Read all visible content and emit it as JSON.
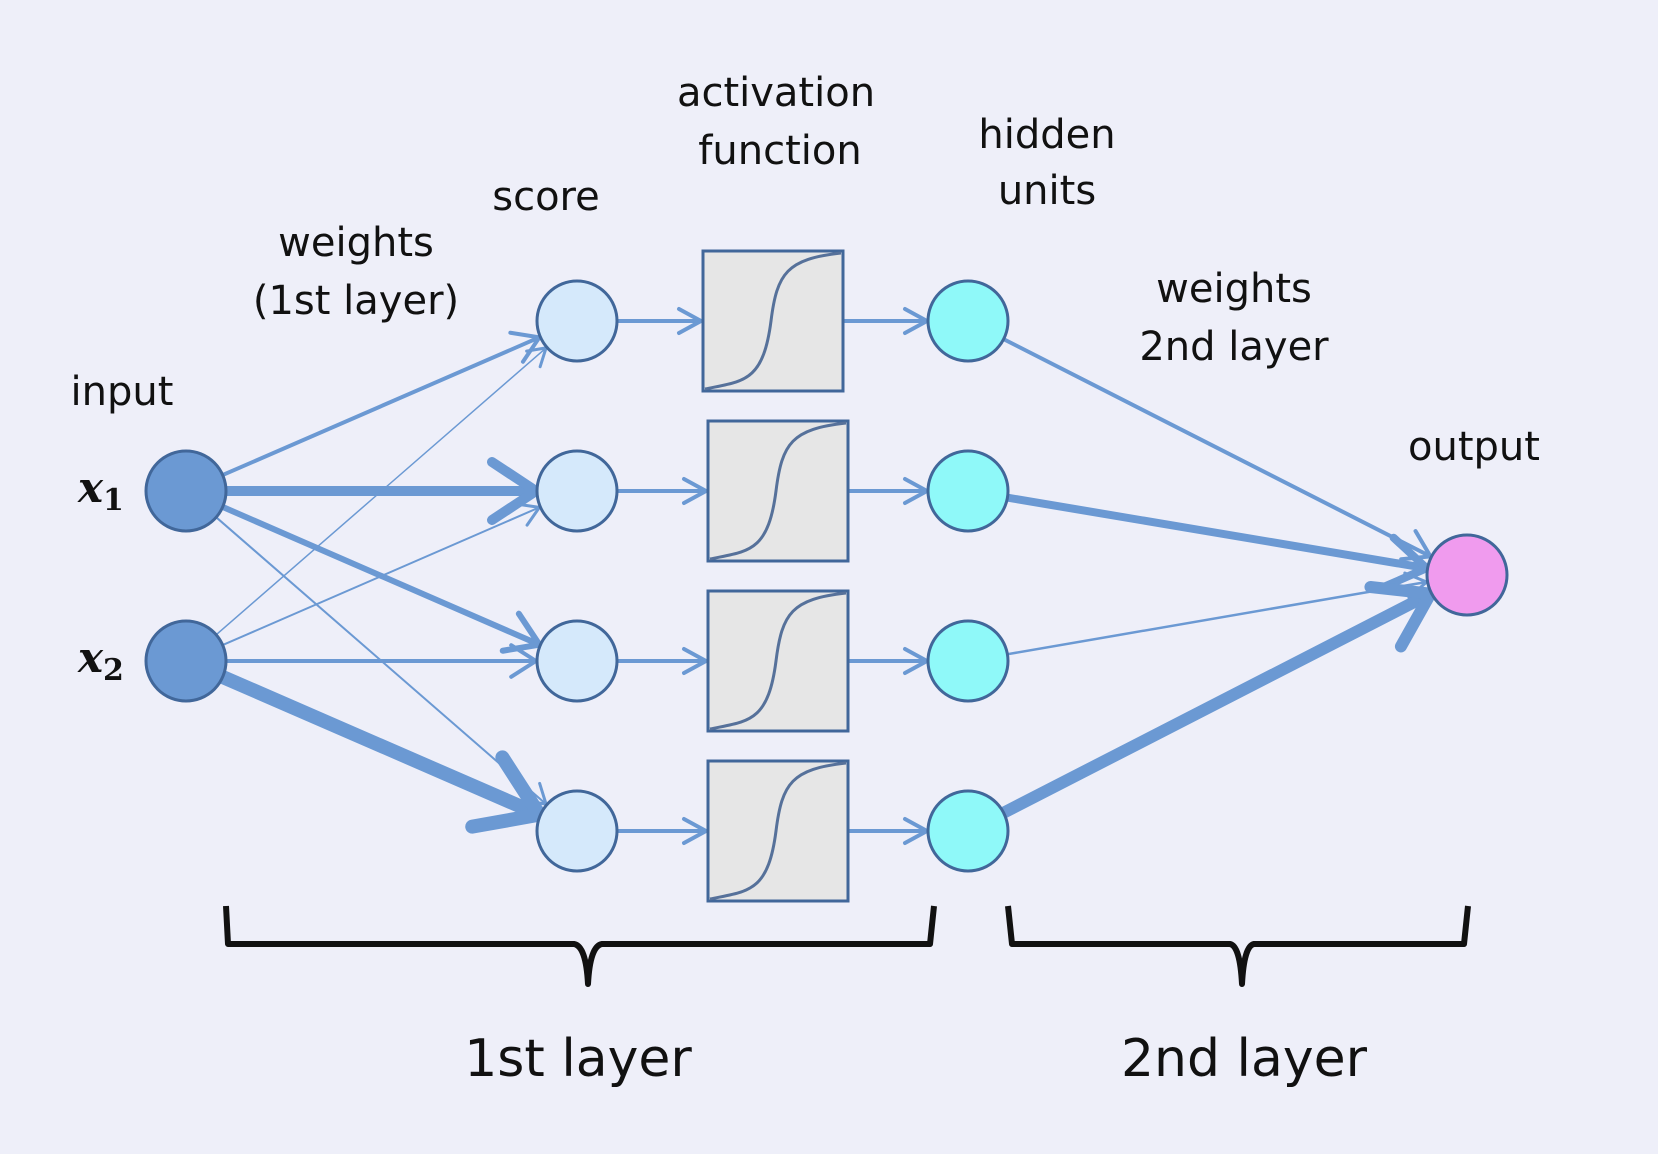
{
  "labels": {
    "input": "input",
    "weights_first": [
      "weights",
      "(1st layer)"
    ],
    "score": "score",
    "activation": [
      "activation",
      "function"
    ],
    "hidden": [
      "hidden",
      "units"
    ],
    "weights_second": [
      "weights",
      "2nd layer"
    ],
    "output": "output",
    "layer1": "1st layer",
    "layer2": "2nd layer"
  },
  "inputs": [
    {
      "var": "x",
      "sub": "1"
    },
    {
      "var": "x",
      "sub": "2"
    }
  ],
  "colors": {
    "background": "#eeeff9",
    "edge": "#6b99d3",
    "input_node": "#6b99d3",
    "score_node": "#d5e9fb",
    "hidden_node": "#8ff9f9",
    "output_node": "#f09bee",
    "node_stroke": "#41679a",
    "activation_box": "#e6e6e6"
  },
  "icons": {
    "activation": "sigmoid-curve-icon",
    "bracket": "curly-brace-icon"
  }
}
